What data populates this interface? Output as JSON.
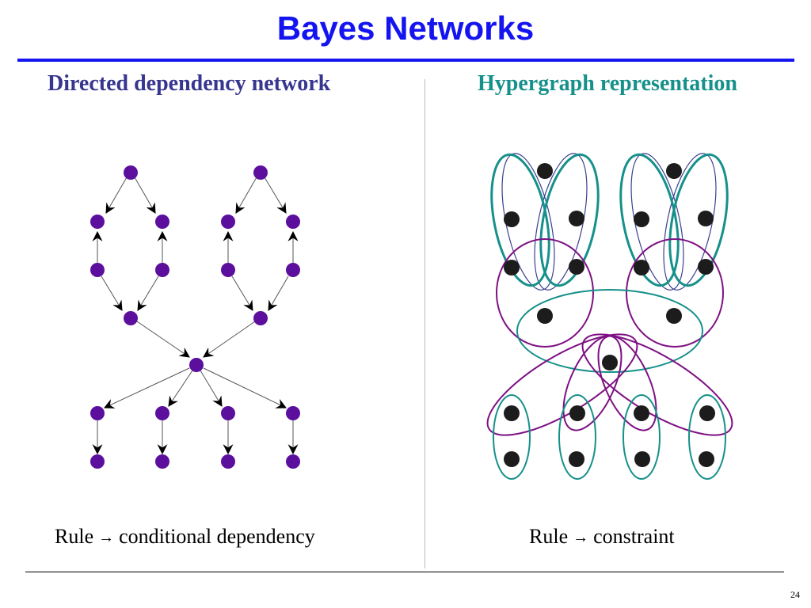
{
  "slide": {
    "title": "Bayes Networks",
    "page_number": "24"
  },
  "left_panel": {
    "heading": "Directed dependency network",
    "caption_prefix": "Rule",
    "caption_arrow": "→",
    "caption_suffix": "conditional dependency"
  },
  "right_panel": {
    "heading": "Hypergraph representation",
    "caption_prefix": "Rule",
    "caption_arrow": "→",
    "caption_suffix": "constraint"
  },
  "colors": {
    "title": "#1414f0",
    "left_heading": "#36358f",
    "right_heading": "#16908a",
    "node_purple": "#5b0f9c",
    "node_dark": "#1c1c1c",
    "hyperedge_teal": "#16908a",
    "hyperedge_purple": "#7d1183",
    "hyperedge_navy": "#3b3f8f"
  }
}
